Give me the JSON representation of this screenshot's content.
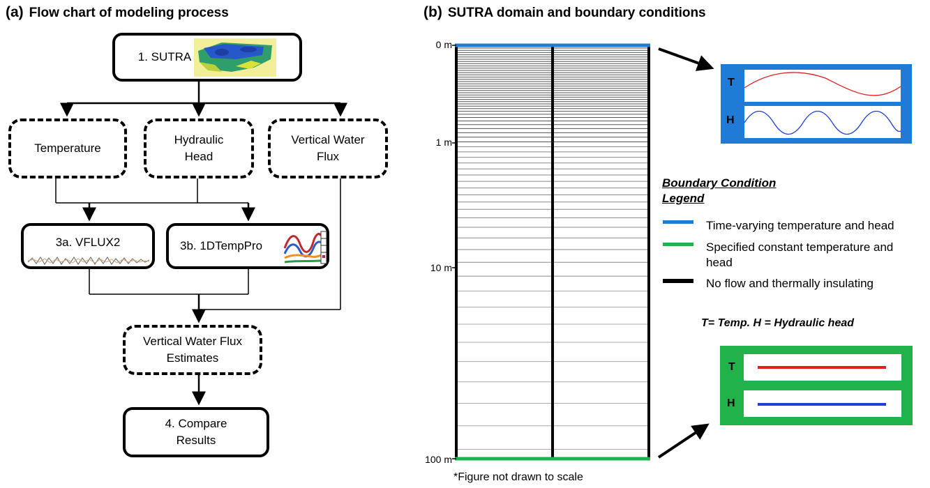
{
  "panel_a": {
    "tag": "(a)",
    "title": "Flow chart of modeling process",
    "boxes": {
      "sutra": "1. SUTRA",
      "temperature": "Temperature",
      "hydraulic_head": "Hydraulic Head",
      "vertical_flux": "Vertical Water Flux",
      "vflux2": "3a. VFLUX2",
      "tempro": "3b. 1DTempPro",
      "estimates": "Vertical Water Flux Estimates",
      "compare": "4. Compare Results"
    }
  },
  "panel_b": {
    "tag": "(b)",
    "title": "SUTRA domain and boundary conditions",
    "depth_labels": [
      "0 m",
      "1 m",
      "10 m",
      "100 m"
    ],
    "footnote": "*Figure not drawn to scale",
    "bc_top": {
      "t": "T",
      "h": "H"
    },
    "bc_bottom": {
      "t": "T",
      "h": "H"
    },
    "legend": {
      "title_line1": "Boundary Condition",
      "title_line2": "Legend",
      "items": [
        {
          "label": "Time-varying temperature and head",
          "color": "#1f7bd6"
        },
        {
          "label": "Specified constant temperature and head",
          "color": "#22b24c"
        },
        {
          "label": "No flow and thermally insulating",
          "color": "#000000"
        }
      ]
    },
    "th_definitions": "T= Temp.      H = Hydraulic head"
  },
  "colors": {
    "blue_bc": "#1f7bd6",
    "green_bc": "#22b24c",
    "temp_curve": "#e02020",
    "head_curve": "#1f3fd6"
  }
}
